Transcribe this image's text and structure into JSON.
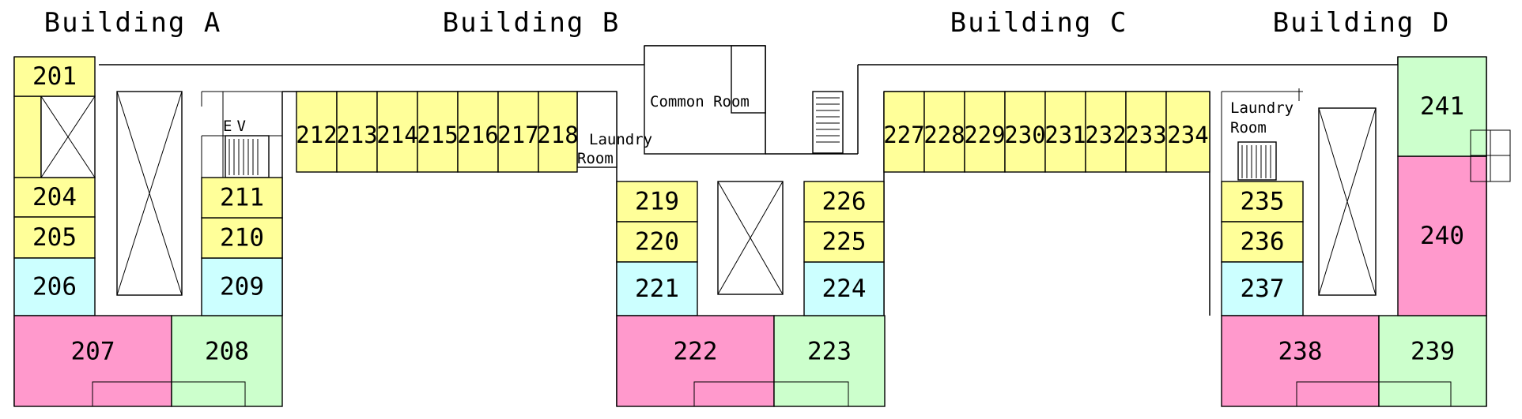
{
  "colors": {
    "single": "#ffff99",
    "twin": "#ccffff",
    "suite_pink": "#ff99cc",
    "suite_green": "#ccffcc",
    "white": "#ffffff"
  },
  "buildings": [
    {
      "id": "A",
      "label": "Building A"
    },
    {
      "id": "B",
      "label": "Building B"
    },
    {
      "id": "C",
      "label": "Building C"
    },
    {
      "id": "D",
      "label": "Building D"
    }
  ],
  "facilities": {
    "common_room": "Common Room",
    "laundry_b": [
      "Laundry",
      "Room"
    ],
    "laundry_d": [
      "Laundry",
      "Room"
    ],
    "elevator": "EV"
  },
  "rooms": [
    {
      "number": "201",
      "color": "single"
    },
    {
      "number": "204",
      "color": "single"
    },
    {
      "number": "205",
      "color": "single"
    },
    {
      "number": "206",
      "color": "twin"
    },
    {
      "number": "207",
      "color": "suite_pink"
    },
    {
      "number": "208",
      "color": "suite_green"
    },
    {
      "number": "209",
      "color": "twin"
    },
    {
      "number": "210",
      "color": "single"
    },
    {
      "number": "211",
      "color": "single"
    },
    {
      "number": "212",
      "color": "single"
    },
    {
      "number": "213",
      "color": "single"
    },
    {
      "number": "214",
      "color": "single"
    },
    {
      "number": "215",
      "color": "single"
    },
    {
      "number": "216",
      "color": "single"
    },
    {
      "number": "217",
      "color": "single"
    },
    {
      "number": "218",
      "color": "single"
    },
    {
      "number": "219",
      "color": "single"
    },
    {
      "number": "220",
      "color": "single"
    },
    {
      "number": "221",
      "color": "twin"
    },
    {
      "number": "222",
      "color": "suite_pink"
    },
    {
      "number": "223",
      "color": "suite_green"
    },
    {
      "number": "224",
      "color": "twin"
    },
    {
      "number": "225",
      "color": "single"
    },
    {
      "number": "226",
      "color": "single"
    },
    {
      "number": "227",
      "color": "single"
    },
    {
      "number": "228",
      "color": "single"
    },
    {
      "number": "229",
      "color": "single"
    },
    {
      "number": "230",
      "color": "single"
    },
    {
      "number": "231",
      "color": "single"
    },
    {
      "number": "232",
      "color": "single"
    },
    {
      "number": "233",
      "color": "single"
    },
    {
      "number": "234",
      "color": "single"
    },
    {
      "number": "235",
      "color": "single"
    },
    {
      "number": "236",
      "color": "single"
    },
    {
      "number": "237",
      "color": "twin"
    },
    {
      "number": "238",
      "color": "suite_pink"
    },
    {
      "number": "239",
      "color": "suite_green"
    },
    {
      "number": "240",
      "color": "suite_pink"
    },
    {
      "number": "241",
      "color": "suite_green"
    }
  ]
}
